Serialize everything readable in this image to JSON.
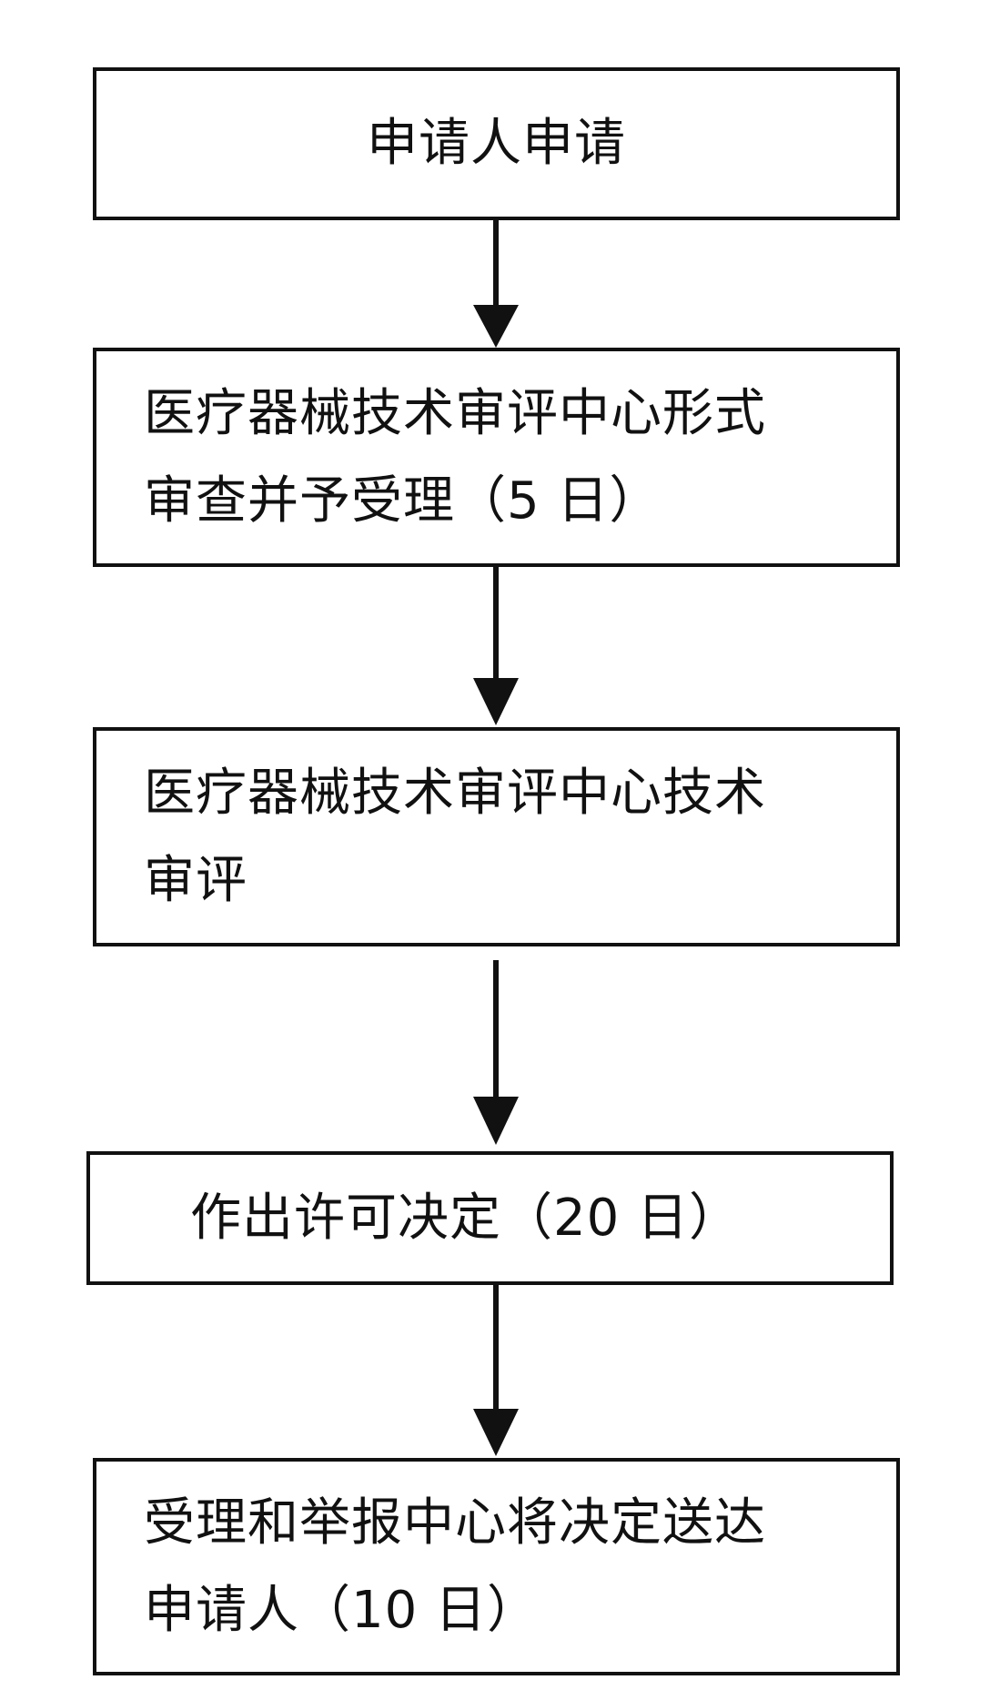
{
  "flowchart": {
    "steps": [
      {
        "id": "step-1",
        "label": "申请人申请"
      },
      {
        "id": "step-2",
        "label": "医疗器械技术审评中心形式\n审查并予受理（5 日）"
      },
      {
        "id": "step-3",
        "label": "医疗器械技术审评中心技术\n审评"
      },
      {
        "id": "step-4",
        "label": "作出许可决定（20 日）"
      },
      {
        "id": "step-5",
        "label": "受理和举报中心将决定送达\n申请人（10 日）"
      }
    ]
  },
  "colors": {
    "stroke": "#111111",
    "background": "#ffffff"
  }
}
